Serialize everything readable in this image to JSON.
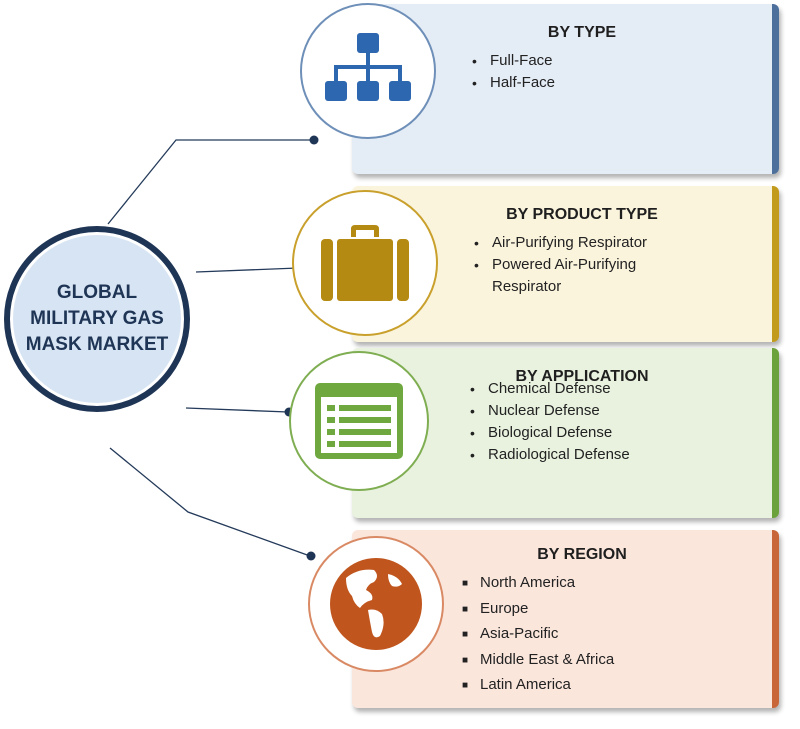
{
  "hub": {
    "title": "GLOBAL MILITARY GAS MASK MARKET"
  },
  "segments": [
    {
      "title": "BY TYPE",
      "icon": "hierarchy-icon",
      "items": [
        "Full-Face",
        "Half-Face"
      ],
      "colors": {
        "card": "#e4ecf6",
        "edge": "#4d6f9c",
        "ring": "#6e8fb8",
        "icon": "#2d67b0"
      }
    },
    {
      "title": "BY PRODUCT TYPE",
      "icon": "briefcase-icon",
      "items": [
        "Air-Purifying Respirator",
        "Powered Air-Purifying Respirator"
      ],
      "colors": {
        "card": "#fbf4dd",
        "edge": "#c29a1c",
        "ring": "#c9a02c",
        "icon": "#b48a12"
      }
    },
    {
      "title": "BY APPLICATION",
      "icon": "list-window-icon",
      "items": [
        "Chemical Defense",
        "Nuclear Defense",
        "Biological Defense",
        "Radiological Defense"
      ],
      "colors": {
        "card": "#e9f2df",
        "edge": "#6ca23c",
        "ring": "#7fae52",
        "icon": "#6ea83e"
      }
    },
    {
      "title": "BY REGION",
      "icon": "globe-icon",
      "items": [
        "North America",
        "Europe",
        "Asia-Pacific",
        "Middle East & Africa",
        "Latin America"
      ],
      "colors": {
        "card": "#fbe6dc",
        "edge": "#c8663a",
        "ring": "#d98a64",
        "icon": "#c0561e"
      }
    }
  ]
}
